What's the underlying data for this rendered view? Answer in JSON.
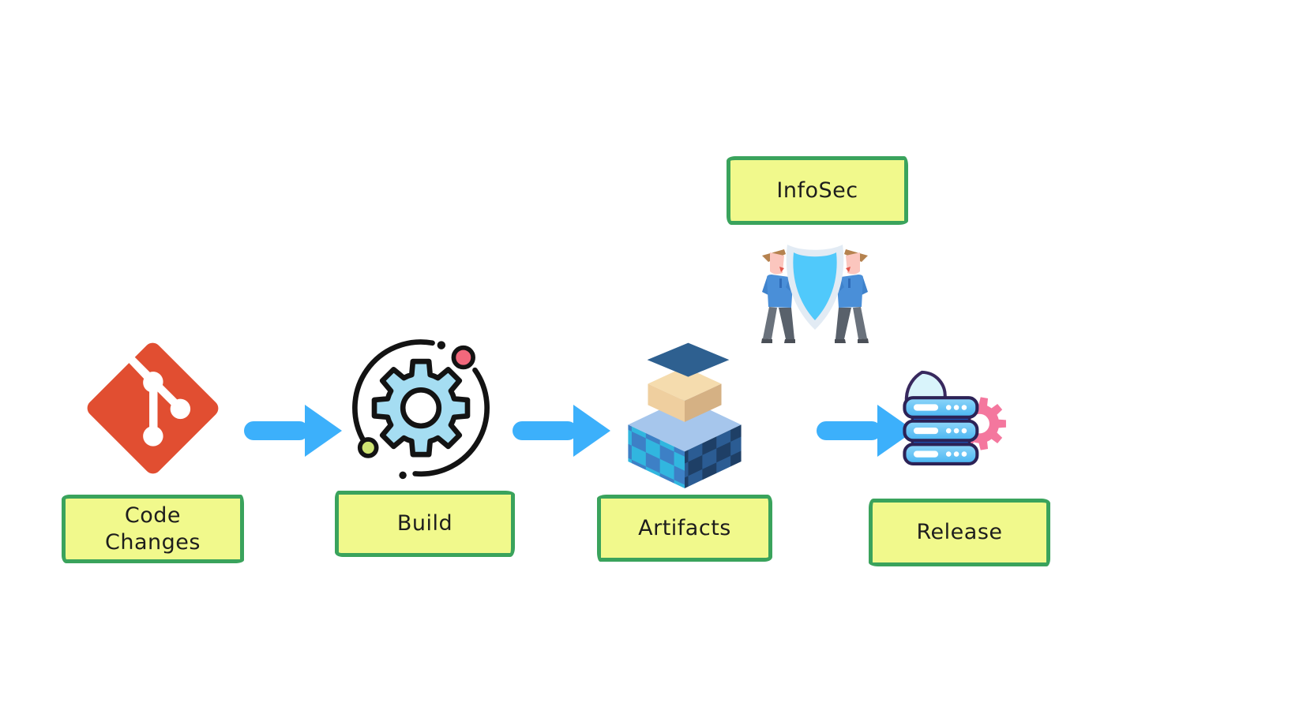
{
  "diagram": {
    "background": "#ffffff",
    "nodes": [
      {
        "id": "code-changes",
        "label": "Code\nChanges",
        "icon": "git-icon"
      },
      {
        "id": "build",
        "label": "Build",
        "icon": "build-gear-orbit-icon"
      },
      {
        "id": "artifacts",
        "label": "Artifacts",
        "icon": "artifacts-stack-icon"
      },
      {
        "id": "release",
        "label": "Release",
        "icon": "cloud-server-gear-icon"
      }
    ],
    "annotations": [
      {
        "id": "infosec",
        "label": "InfoSec",
        "icon": "people-holding-shield-icon"
      }
    ],
    "arrow_count": 3,
    "colors": {
      "arrow": "#3cb0fb",
      "git_red": "#e14e31",
      "gear_blue": "#a5ddf2",
      "outline_black": "#131313",
      "dot_red": "#f2687c",
      "dot_green": "#cfe473",
      "label_fill": "#f1f98c",
      "label_border": "#3aa35c",
      "label_text": "#1d1d1d",
      "cloud_fill": "#d9f4fb",
      "cloud_outline": "#38295e",
      "server_blue_top": "#8fd6f9",
      "server_blue_bottom": "#49b5f2",
      "server_band": "#1466da",
      "gear_pink": "#f4779e",
      "shield_outer": "#e2ebf4",
      "shield_cyan": "#50c9fb",
      "cube_top": "#a6c6ec",
      "cube_left_checker": [
        "#3d80c6",
        "#31b6df"
      ],
      "cube_right_checker": [
        "#2b5c93",
        "#1e3f66"
      ],
      "crate_top": "#f5dcae",
      "crate_left": "#efcf9f",
      "crate_right": "#d5b184",
      "lid_navy": "#2e6090",
      "person_shirt": "#4a8fd8",
      "person_arm": "#3f82cb",
      "person_skin": "#fbc6be",
      "person_hair": "#b5824f",
      "person_pants": "#6a727c"
    }
  }
}
